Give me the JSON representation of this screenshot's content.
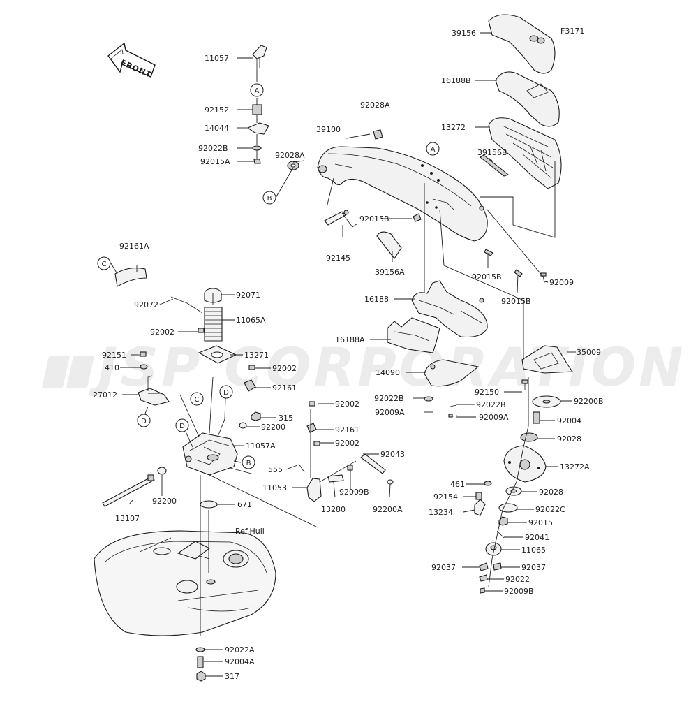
{
  "watermark": "JSP CORPORATION",
  "figure_id": "F3171",
  "front_label": "FRONT",
  "ref_label": "Ref.Hull",
  "callouts": [
    "A",
    "B",
    "C",
    "D"
  ],
  "parts": [
    "39156",
    "16188B",
    "13272",
    "39156B",
    "39100",
    "92028A",
    "92028A",
    "11057",
    "92152",
    "14044",
    "92022B",
    "92015A",
    "92015B",
    "92145",
    "39156A",
    "92015B",
    "92015B",
    "92009",
    "16188",
    "16188A",
    "14090",
    "35009",
    "92150",
    "92200B",
    "92022B",
    "92022B",
    "92009A",
    "92009A",
    "92004",
    "92028",
    "13272A",
    "461",
    "92028",
    "92154",
    "92022C",
    "13234",
    "92015",
    "92041",
    "11065",
    "92037",
    "92037",
    "92022",
    "92009B",
    "92161A",
    "92071",
    "92072",
    "11065A",
    "92002",
    "13271",
    "92151",
    "410",
    "92002",
    "27012",
    "92161",
    "92002",
    "315",
    "92200",
    "92161",
    "11057A",
    "92002",
    "92043",
    "555",
    "11053",
    "92009B",
    "13280",
    "92200A",
    "92200",
    "671",
    "13107",
    "92022A",
    "92004A",
    "317"
  ]
}
